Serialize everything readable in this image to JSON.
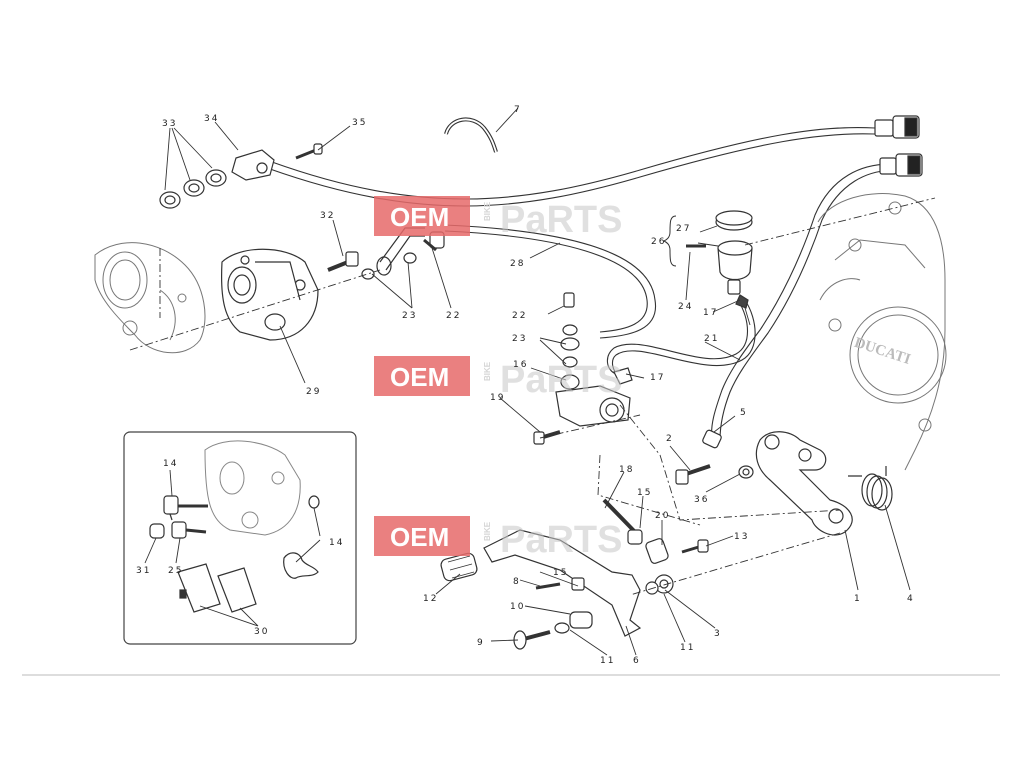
{
  "watermark": {
    "oem": "OEM",
    "bike": "BIKE",
    "parts": "PaRTS"
  },
  "brand_text": "DUCATI",
  "callouts": {
    "c1": "1",
    "c2": "2",
    "c3": "3",
    "c4": "4",
    "c5": "5",
    "c6": "6",
    "c7": "7",
    "c8": "8",
    "c9": "9",
    "c10": "10",
    "c11a": "11",
    "c11b": "11",
    "c12": "12",
    "c13": "13",
    "c14a": "14",
    "c14b": "14",
    "c15a": "15",
    "c15b": "15",
    "c16": "16",
    "c17a": "17",
    "c17b": "17",
    "c18": "18",
    "c19": "19",
    "c20": "20",
    "c21": "21",
    "c22a": "22",
    "c22b": "22",
    "c23a": "23",
    "c23b": "23",
    "c24": "24",
    "c25": "25",
    "c26": "26",
    "c27": "27",
    "c28": "28",
    "c29": "29",
    "c30": "30",
    "c31": "31",
    "c32": "32",
    "c33": "33",
    "c34": "34",
    "c35": "35",
    "c36": "36"
  },
  "colors": {
    "watermark_red": "#e66a6a",
    "line": "#333333",
    "frame": "#444444"
  }
}
